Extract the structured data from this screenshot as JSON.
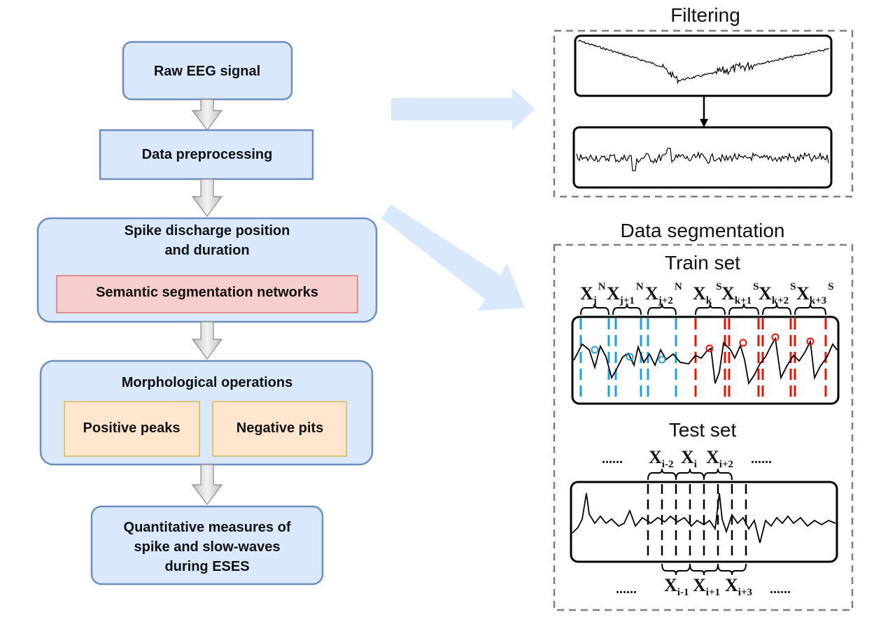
{
  "flowchart": {
    "raw_eeg": "Raw EEG signal",
    "preprocessing": "Data preprocessing",
    "spike_line1": "Spike discharge position",
    "spike_line2": "and duration",
    "semantic": "Semantic segmentation networks",
    "morph": "Morphological operations",
    "positive": "Positive peaks",
    "negative": "Negative pits",
    "quant_line1": "Quantitative measures of",
    "quant_line2": "spike  and slow-waves",
    "quant_line3": "during ESES"
  },
  "filtering": {
    "title": "Filtering"
  },
  "segmentation": {
    "title": "Data segmentation",
    "train_title": "Train set",
    "test_title": "Test set",
    "train_labels": [
      {
        "base": "X",
        "sub": "j",
        "sup": "N"
      },
      {
        "base": "X",
        "sub": "j+1",
        "sup": "N"
      },
      {
        "base": "X",
        "sub": "j+2",
        "sup": "N"
      },
      {
        "base": "X",
        "sub": "k",
        "sup": "S"
      },
      {
        "base": "X",
        "sub": "k+1",
        "sup": "S"
      },
      {
        "base": "X",
        "sub": "k+2",
        "sup": "S"
      },
      {
        "base": "X",
        "sub": "k+3",
        "sup": "S"
      }
    ],
    "test_top_labels": [
      {
        "base": "X",
        "sub": "i-2"
      },
      {
        "base": "X",
        "sub": "i"
      },
      {
        "base": "X",
        "sub": "i+2"
      }
    ],
    "test_bottom_labels": [
      {
        "base": "X",
        "sub": "i-1"
      },
      {
        "base": "X",
        "sub": "i+1"
      },
      {
        "base": "X",
        "sub": "i+3"
      }
    ],
    "ellipsis": "......"
  },
  "colors": {
    "box_fill": "#dae8fc",
    "box_stroke": "#6c8ebf",
    "semantic_fill": "#f8cecc",
    "semantic_stroke": "#e07070",
    "orange_fill": "#ffe6cc",
    "orange_stroke": "#d6b656",
    "big_arrow": "#dae8fc",
    "normal_marker": "#1ba1e2",
    "spike_marker": "#e51400"
  }
}
